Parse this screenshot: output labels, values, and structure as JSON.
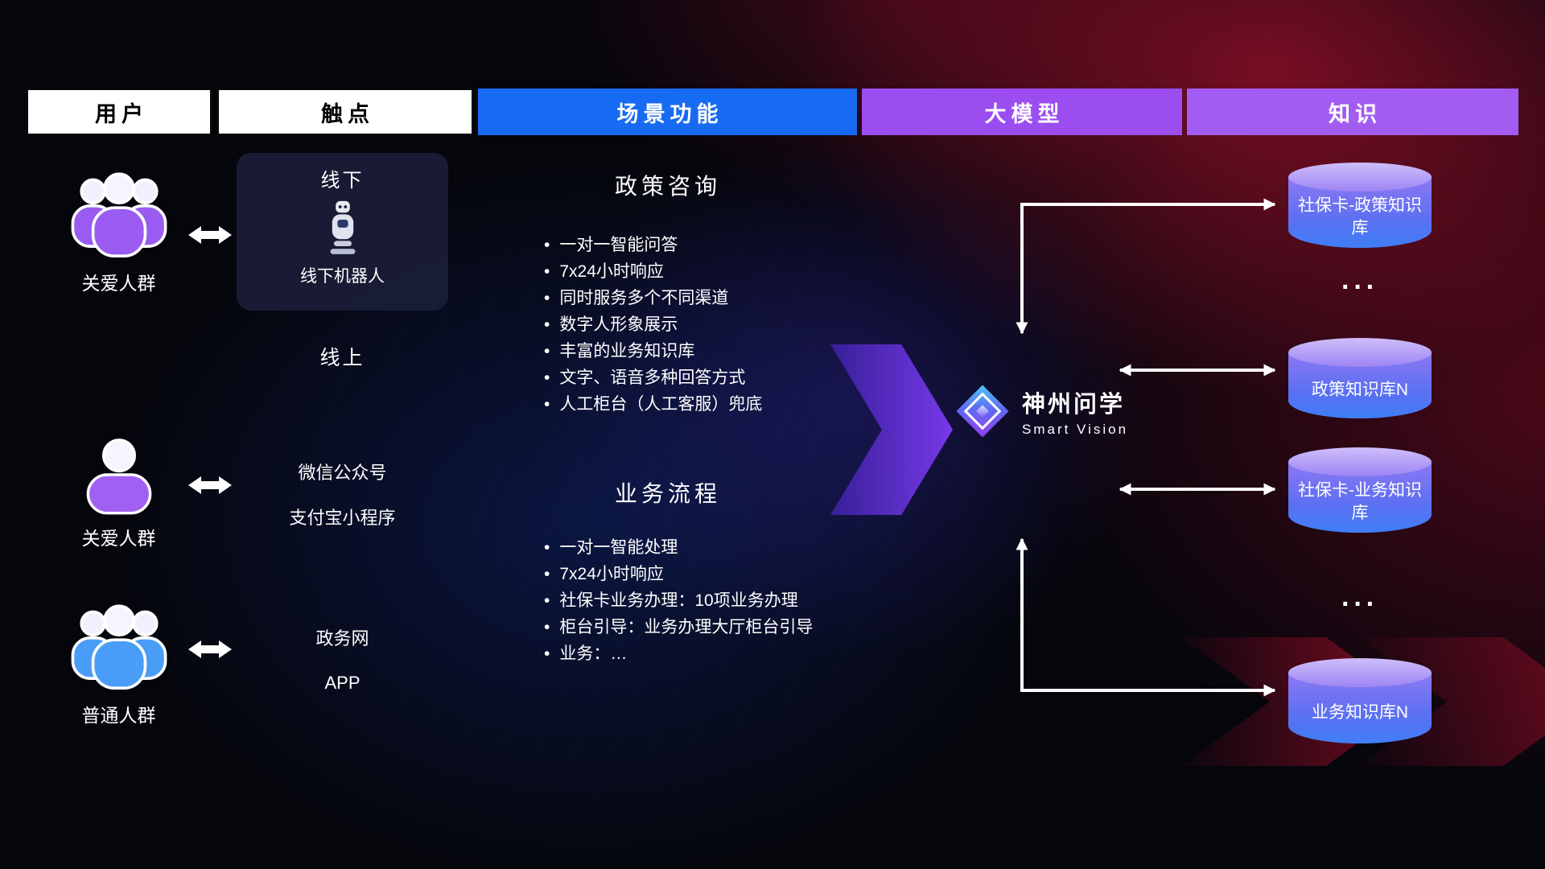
{
  "header": {
    "columns": [
      {
        "label": "用户"
      },
      {
        "label": "触点"
      },
      {
        "label": "场景功能"
      },
      {
        "label": "大模型"
      },
      {
        "label": "知识"
      }
    ]
  },
  "users": [
    {
      "label": "关爱人群"
    },
    {
      "label": "关爱人群"
    },
    {
      "label": "普通人群"
    }
  ],
  "touchpoints": {
    "offline": {
      "title": "线下",
      "robot_label": "线下机器人"
    },
    "online_title": "线上",
    "channels": [
      {
        "label": "微信公众号"
      },
      {
        "label": "支付宝小程序"
      },
      {
        "label": "政务网"
      },
      {
        "label": "APP"
      }
    ]
  },
  "scenes": {
    "policy": {
      "title": "政策咨询",
      "items": [
        "一对一智能问答",
        "7x24小时响应",
        "同时服务多个不同渠道",
        "数字人形象展示",
        "丰富的业务知识库",
        "文字、语音多种回答方式",
        "人工柜台（人工客服）兜底"
      ]
    },
    "business": {
      "title": "业务流程",
      "items": [
        "一对一智能处理",
        "7x24小时响应",
        "社保卡业务办理：10项业务办理",
        "柜台引导：业务办理大厅柜台引导",
        "业务：…"
      ]
    }
  },
  "model": {
    "name": "神州问学",
    "subtitle": "Smart Vision"
  },
  "knowledge": {
    "databases": [
      {
        "label": "社保卡-政策知识库"
      },
      {
        "label": "政策知识库N"
      },
      {
        "label": "社保卡-业务知识库"
      },
      {
        "label": "业务知识库N"
      }
    ],
    "ellipsis": "···"
  },
  "colors": {
    "header_blue": "#176af2",
    "header_purple": "#9b4df0",
    "flow_arrow_purple": "#7c3bf2",
    "db_cap": "#9d85f4",
    "db_body_top": "#8d78f3",
    "db_body_bottom": "#3f7ef6",
    "user_purple": "#9a5cf0",
    "user_blue": "#4a9df6",
    "glow_red": "#c81432",
    "glow_blue": "#193cbe"
  }
}
